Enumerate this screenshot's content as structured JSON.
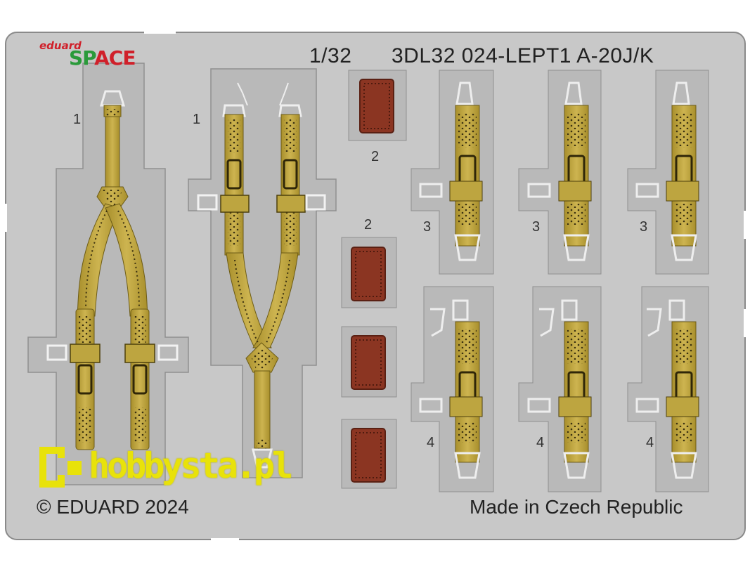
{
  "header": {
    "brand_small": "eduard",
    "brand_sp": "SP",
    "brand_ace": "ACE",
    "scale": "1/32",
    "product": "3DL32 024-LEPT1 A-20J/K"
  },
  "part_numbers": [
    "1",
    "1",
    "2",
    "2",
    "3",
    "3",
    "3",
    "4",
    "4",
    "4"
  ],
  "footer": {
    "copyright": "© EDUARD 2024",
    "origin": "Made in Czech Republic"
  },
  "watermark": {
    "text": "hobbysta.pl"
  },
  "colors": {
    "fret": "#c8c8c8",
    "fret_border": "#8a8a8a",
    "cutout": "#ffffff",
    "belt": "#c2a83f",
    "belt_dark": "#7d6a1e",
    "pad": "#8b3522",
    "watermark": "#e8e20a"
  }
}
